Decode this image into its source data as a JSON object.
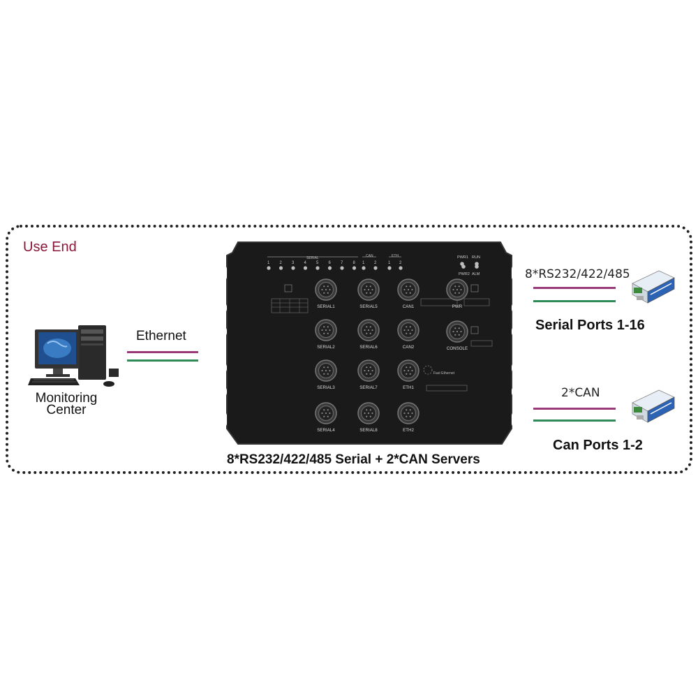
{
  "title": "Use End",
  "monitoring_center": {
    "line1": "Monitoring",
    "line2": "Center"
  },
  "ethernet_label": "Ethernet",
  "serial_link": {
    "label": "8*RS232/422/485",
    "caption": "Serial Ports 1-16"
  },
  "can_link": {
    "label": "2*CAN",
    "caption": "Can Ports 1-2"
  },
  "device": {
    "caption": "8*RS232/422/485 Serial + 2*CAN Servers",
    "led_group_serial": "SERIAL",
    "led_group_can": "CAN",
    "led_group_eth": "ETH",
    "led_numbers_serial": [
      "1",
      "2",
      "3",
      "4",
      "5",
      "6",
      "7",
      "8"
    ],
    "led_numbers_can": [
      "1",
      "2"
    ],
    "led_numbers_eth": [
      "1",
      "2"
    ],
    "status_leds": [
      "PWR1",
      "RUN",
      "PWR2",
      "ALM"
    ],
    "ports_col1": [
      "SERIAL1",
      "SERIAL2",
      "SERIAL3",
      "SERIAL4"
    ],
    "ports_col2": [
      "SERIAL5",
      "SERIAL6",
      "SERIAL7",
      "SERIAL8"
    ],
    "ports_col3": [
      "CAN1",
      "CAN2",
      "ETH1",
      "ETH2"
    ],
    "ports_col4": [
      "PWR",
      "CONSOLE"
    ],
    "fast_ethernet": "Fast Ethernet"
  },
  "colors": {
    "accent": "#8b1538",
    "line_purple": "#9b3a7a",
    "line_green": "#2e8b57",
    "device_body": "#1a1a1a"
  }
}
